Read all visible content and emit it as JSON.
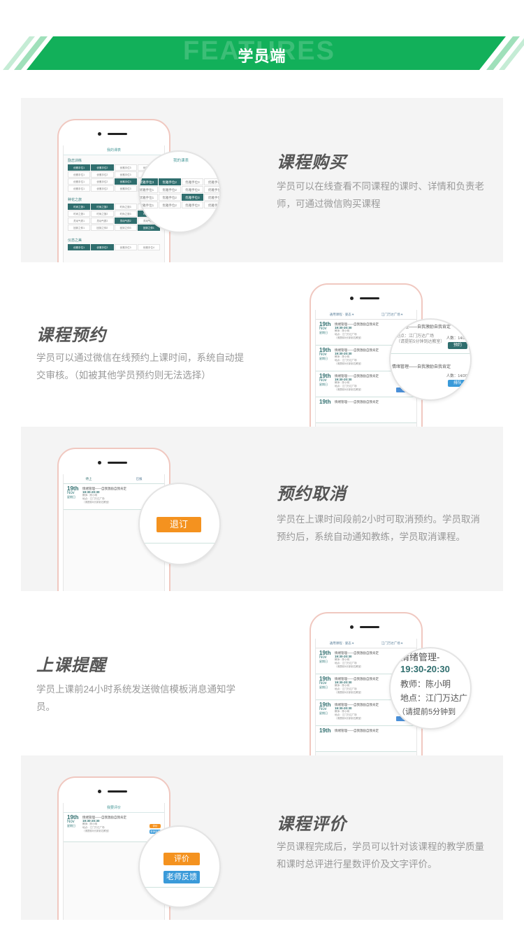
{
  "banner": {
    "title": "学员端",
    "ghost_text": "FEATURES"
  },
  "colors": {
    "accent": "#1ab25a",
    "dark_teal": "#2f6e6e",
    "orange": "#f4921f",
    "blue": "#3a9ad9"
  },
  "features": [
    {
      "title": "课程购买",
      "desc": "学员可以在线查看不同课程的课时、详情和负责老师，可通过微信购买课程",
      "screen": {
        "header": "我的课表",
        "magnifier_header": "我的课表",
        "groups": [
          "励志训练",
          "种花之旅",
          "仪态之美"
        ],
        "cells": [
          "优雅手位1",
          "优雅手位2",
          "优雅手位3",
          "优雅手位4",
          "时尚之旅1",
          "时尚之旅2",
          "时尚之旅3",
          "灵动气质1",
          "灵动气质2",
          "回到之仲1",
          "回到之仲2",
          "回到之仲3"
        ]
      }
    },
    {
      "title": "课程预约",
      "desc": "学员可以通过微信在线预约上课时间，系统自动提交审核。（如被其他学员预约则无法选择）",
      "screen": {
        "filter_left": "通用课程 · 姿态 ▾",
        "filter_right": "江门万达广场 ▾",
        "booking": {
          "day": "19th",
          "month": "Nov",
          "week": "星期日",
          "course": "情绪管理——自我激励自我肯定",
          "time": "19:30-20:30",
          "teacher": "教师：陈小明",
          "place": "地点：江门万达广场",
          "note": "（请提前5分钟到达教室）"
        },
        "count_label": "人数：14/20",
        "book_label": "预约",
        "cancel_label": "排队"
      }
    },
    {
      "title": "预约取消",
      "desc": "学员在上课时间段前2小时可取消预约。学员取消预约后，系统自动通知教练，学员取消课程。",
      "screen": {
        "tab_active": "待上",
        "tab_other": "已报"
      },
      "magnifier_button": "退订"
    },
    {
      "title": "上课提醒",
      "desc": "学员上课前24小时系统发送微信模板消息通知学员。",
      "magnifier": {
        "course_part": "情绪管理-",
        "time": "19:30-20:30",
        "teacher": "教师：陈小明",
        "place": "地点：江门万达广",
        "note": "（请提前5分钟到"
      }
    },
    {
      "title": "课程评价",
      "desc": "学员课程完成后，学员可以针对该课程的教学质量和课时总评进行星数评价及文字评价。",
      "screen": {
        "header": "我要评价",
        "mini_rate": "评价",
        "mini_feedback": "老师反馈"
      },
      "magnifier": {
        "rate_button": "评价",
        "feedback_button": "老师反馈"
      }
    }
  ]
}
